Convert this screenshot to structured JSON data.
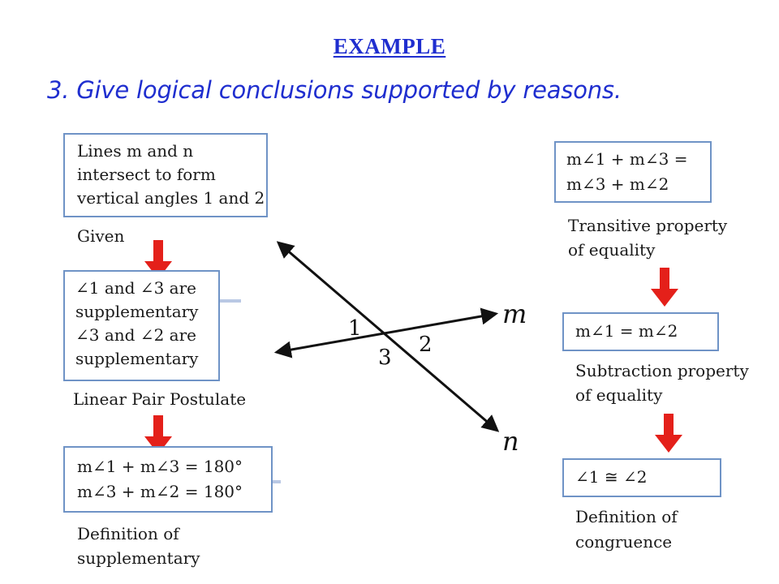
{
  "heading": "EXAMPLE",
  "subtitle": "3. Give logical conclusions supported by reasons.",
  "left_steps": [
    {
      "lines": [
        "Lines m and n",
        "intersect to form",
        "vertical angles 1 and 2"
      ],
      "reason": [
        "Given"
      ]
    },
    {
      "lines": [
        "∠1 and ∠3 are",
        "supplementary",
        "∠3 and ∠2 are",
        "supplementary"
      ],
      "reason": [
        "Linear Pair Postulate"
      ]
    },
    {
      "lines": [
        "m∠1 + m∠3 = 180°",
        "m∠3 + m∠2 = 180°"
      ],
      "reason": [
        "Definition of",
        "supplementary"
      ]
    }
  ],
  "right_steps": [
    {
      "lines": [
        "m∠1 + m∠3 =",
        "m∠3 + m∠2"
      ],
      "reason": [
        "Transitive property",
        "of equality"
      ]
    },
    {
      "lines": [
        "m∠1 = m∠2"
      ],
      "reason": [
        "Subtraction property",
        "of equality"
      ]
    },
    {
      "lines": [
        "∠1 ≅ ∠2"
      ],
      "reason": [
        "Definition of",
        "congruence"
      ]
    }
  ],
  "figure": {
    "line_labels": [
      "m",
      "n"
    ],
    "angle_labels": [
      "1",
      "2",
      "3"
    ]
  },
  "colors": {
    "title": "#1f2ecf",
    "box_border": "#6f93c6",
    "arrow": "#e4201a"
  }
}
